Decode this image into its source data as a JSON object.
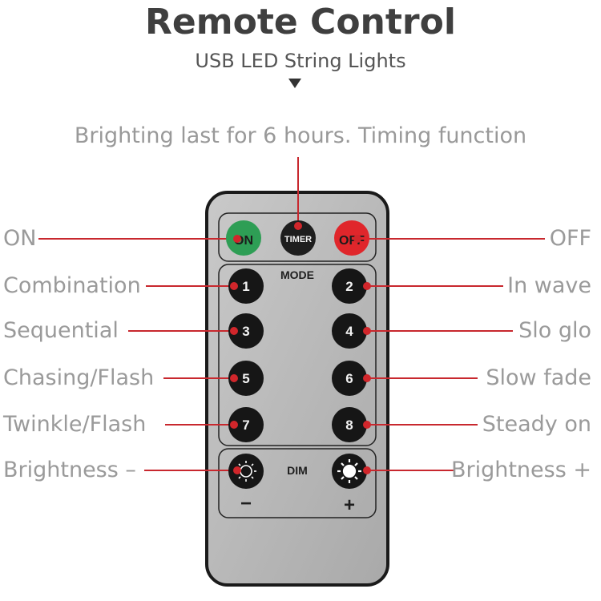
{
  "header": {
    "title": "Remote Control",
    "subtitle": "USB LED String Lights",
    "timer_note": "Brighting last for 6 hours. Timing function"
  },
  "remote": {
    "top_buttons": [
      {
        "label": "ON",
        "color": "#2e9e55"
      },
      {
        "label": "TIMER",
        "color": "#1e1e1e"
      },
      {
        "label": "OFF",
        "color": "#e0262b"
      }
    ],
    "mode_label": "MODE",
    "mode_buttons": [
      "1",
      "2",
      "3",
      "4",
      "5",
      "6",
      "7",
      "8"
    ],
    "dim_label": "DIM",
    "minus_sign": "−",
    "plus_sign": "+"
  },
  "labels": {
    "on": "ON",
    "off": "OFF",
    "b1": "Combination",
    "b2": "In wave",
    "b3": "Sequential",
    "b4": "Slo glo",
    "b5": "Chasing/Flash",
    "b6": "Slow fade",
    "b7": "Twinkle/Flash",
    "b8": "Steady on",
    "dim_minus": "Brightness –",
    "dim_plus": "Brightness +"
  },
  "colors": {
    "leader_line": "#c8282e",
    "remote_body": "#b9b9b9",
    "remote_border": "#1a1a1a",
    "button": "#161616"
  }
}
